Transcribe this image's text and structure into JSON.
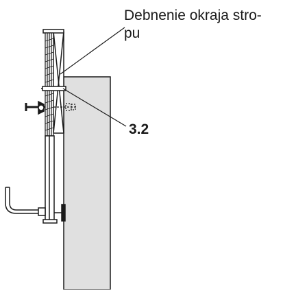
{
  "annotations": {
    "edge_formwork_label_line1": "Debnenie okraja stro-",
    "edge_formwork_label_line2": "pu",
    "callout_number": "3.2"
  },
  "colors": {
    "slab": "#e0e0e0",
    "line": "#1a1a1a",
    "background": "#ffffff"
  }
}
